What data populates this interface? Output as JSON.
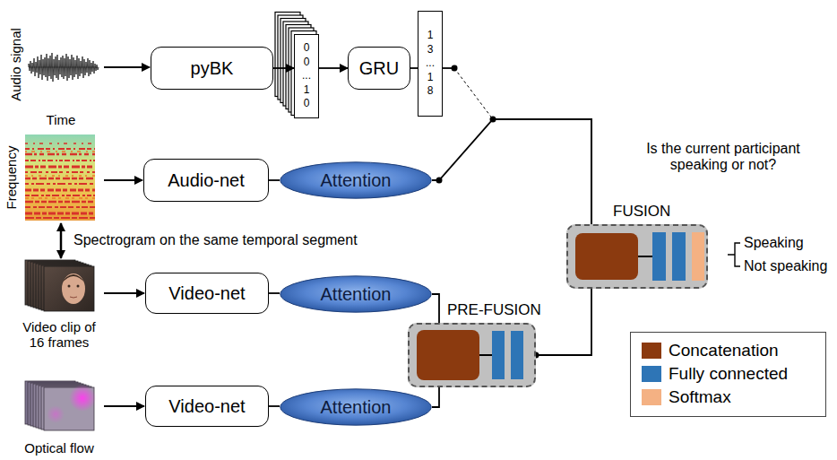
{
  "diagram": {
    "nodes": [
      {
        "text": [
          "pyBK"
        ]
      },
      {
        "text": [
          "0 0 ... 1 0"
        ]
      },
      {
        "text": [
          "GRU"
        ]
      },
      {
        "text": [
          "1 3 ... 1 8"
        ]
      },
      {
        "text": [
          "Audio-net"
        ]
      },
      {
        "text": [
          "Attention"
        ]
      },
      {
        "text": [
          "FUSION"
        ]
      },
      {
        "text": [
          "Video-net"
        ]
      },
      {
        "text": [
          "Attention"
        ]
      },
      {
        "text": [
          "PRE-FUSION"
        ]
      },
      {
        "text": [
          "Video-net"
        ]
      },
      {
        "text": [
          "Attention"
        ]
      }
    ],
    "edges": [
      {
        "from": 0,
        "to": 1,
        "arrow": "to"
      },
      {
        "from": 1,
        "to": 2,
        "arrow": "to"
      },
      {
        "from": 2,
        "to": 3,
        "arrow": "none"
      },
      {
        "from": 3,
        "to": 6,
        "arrow": "none"
      },
      {
        "from": 4,
        "to": 5,
        "arrow": "none"
      },
      {
        "from": 5,
        "to": 6,
        "arrow": "none"
      },
      {
        "from": 7,
        "to": 8,
        "arrow": "none"
      },
      {
        "from": 8,
        "to": 9,
        "arrow": "none"
      },
      {
        "from": 10,
        "to": 11,
        "arrow": "none"
      },
      {
        "from": 11,
        "to": 9,
        "arrow": "none"
      },
      {
        "from": 9,
        "to": 6,
        "arrow": "none"
      }
    ],
    "labels": [
      "Audio signal",
      "Time",
      "Frequency",
      "Spectrogram on the same temporal segment",
      "Video clip of 16 frames",
      "Optical flow",
      "Is the current participant speaking or not?",
      "Speaking",
      "Not speaking"
    ],
    "legend": [
      {
        "text": "Concatenation",
        "color": "#8B3A0F"
      },
      {
        "text": "Fully connected",
        "color": "#2E75B6"
      },
      {
        "text": "Softmax",
        "color": "#F4B183"
      }
    ]
  }
}
